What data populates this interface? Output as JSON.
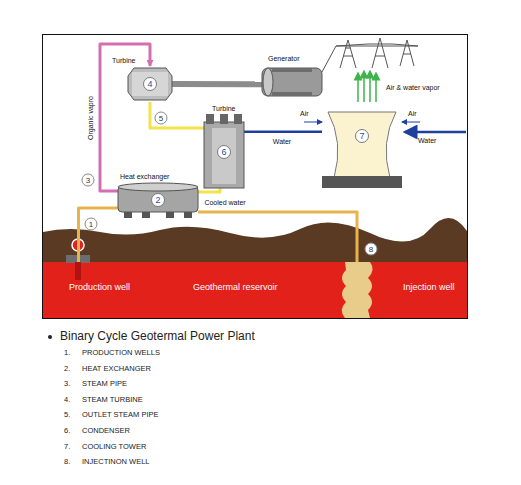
{
  "diagram": {
    "title": "Binary Cycle Geotermal Power Plant",
    "nodes": [
      {
        "text": [
          "Generator"
        ]
      },
      {
        "text": [
          "Turbine",
          "4"
        ]
      },
      {
        "text": [
          "Turbine",
          "6"
        ]
      },
      {
        "text": [
          "7"
        ]
      },
      {
        "text": [
          "Heat exchanger",
          "2"
        ]
      },
      {
        "text": [
          "Production well",
          "Geothermal reservoir",
          "Injection well"
        ]
      }
    ],
    "edges": [
      {
        "from": 4,
        "to": 1,
        "label": "Organic vapro",
        "arrow": "to"
      },
      {
        "from": 1,
        "to": 2,
        "arrow": "none"
      },
      {
        "from": 2,
        "to": 4,
        "arrow": "none"
      },
      {
        "from": 1,
        "to": 0,
        "arrow": "none"
      },
      {
        "from": 2,
        "to": 3,
        "label": "Water",
        "arrow": "none"
      },
      {
        "from": 5,
        "to": 4,
        "arrow": "none"
      },
      {
        "from": 4,
        "to": 5,
        "label": "Cooled water",
        "arrow": "none"
      }
    ],
    "labels": [
      "Air & water vapor",
      "Air",
      "Air",
      "Water",
      "1",
      "3",
      "5",
      "8",
      "1.",
      "PRODUCTION WELLS",
      "2.",
      "HEAT EXCHANGER",
      "3.",
      "STEAM PIPE",
      "4.",
      "STEAM TURBINE",
      "5.",
      "OUTLET STEAM PIPE",
      "6.",
      "CONDENSER",
      "7.",
      "COOLING TOWER",
      "8.",
      "INJECTINON WELL"
    ]
  }
}
